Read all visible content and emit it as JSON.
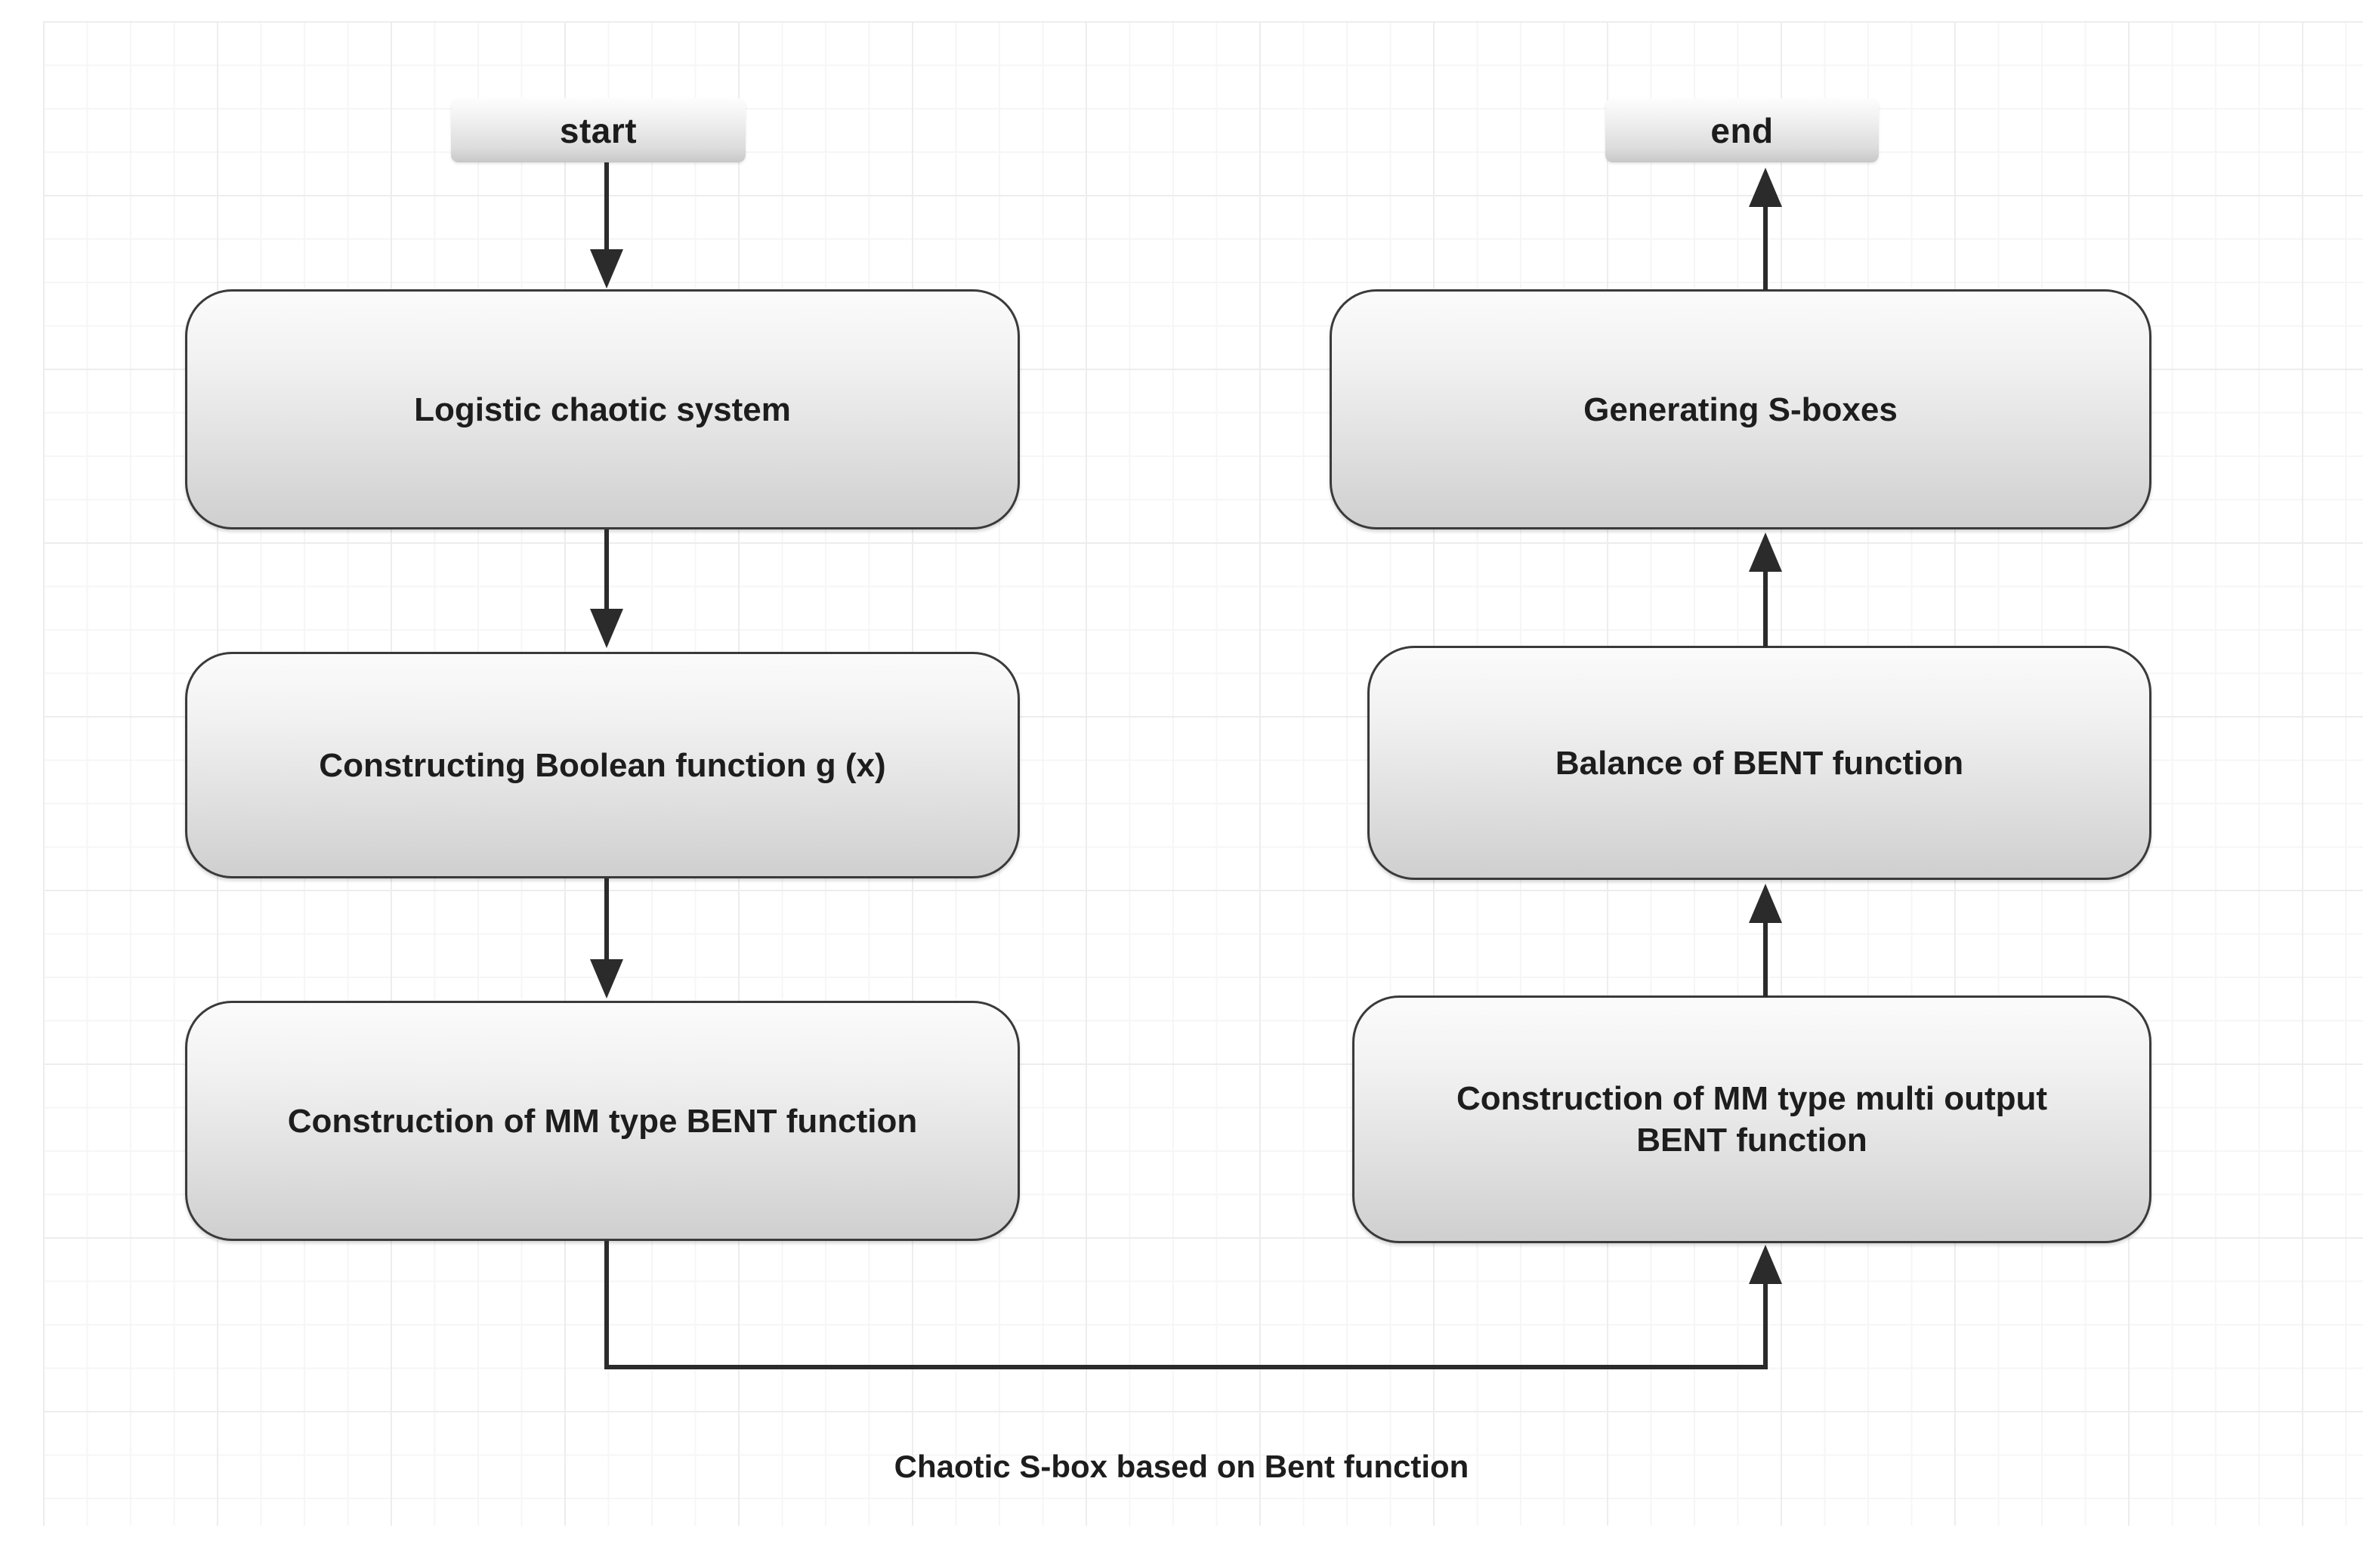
{
  "diagram": {
    "caption": "Chaotic S-box based on Bent function",
    "terminators": {
      "start": "start",
      "end": "end"
    },
    "left_column": [
      {
        "label": "Logistic chaotic system"
      },
      {
        "label": "Constructing Boolean function g (x)"
      },
      {
        "label": "Construction of MM type BENT function"
      }
    ],
    "right_column": [
      {
        "label": "Generating S-boxes"
      },
      {
        "label": "Balance of BENT function"
      },
      {
        "label": "Construction of MM type multi output\nBENT function"
      }
    ],
    "colors": {
      "node_border": "#3a3a3a",
      "node_fill_top": "#fbfbfb",
      "node_fill_bottom": "#cfcfcf",
      "connector": "#2b2b2b",
      "grid_minor": "#f6f6f6",
      "grid_major": "#ededed",
      "text": "#1d1d1d",
      "background": "#ffffff"
    }
  }
}
